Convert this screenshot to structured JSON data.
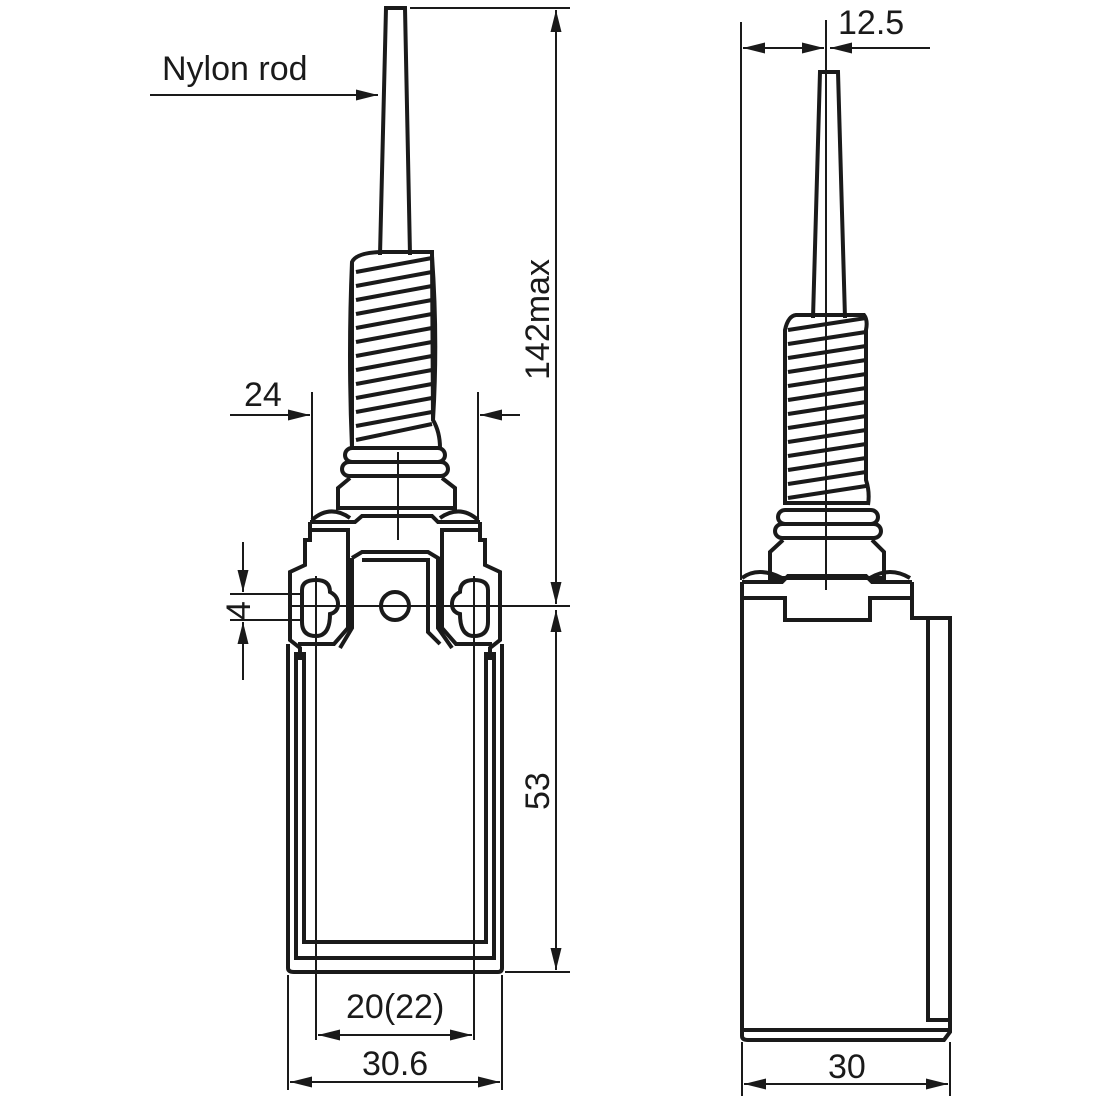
{
  "drawing": {
    "front_view": {
      "callout_label": "Nylon rod",
      "dimensions": {
        "overall_height": "142max",
        "actuator_width": "24",
        "slot_height": "4",
        "body_height": "53",
        "mount_spacing": "20(22)",
        "body_width": "30.6"
      }
    },
    "side_view": {
      "dimensions": {
        "rod_offset": "12.5",
        "body_depth": "30"
      }
    },
    "colors": {
      "line": "#1a1a1a",
      "background": "#ffffff"
    }
  }
}
